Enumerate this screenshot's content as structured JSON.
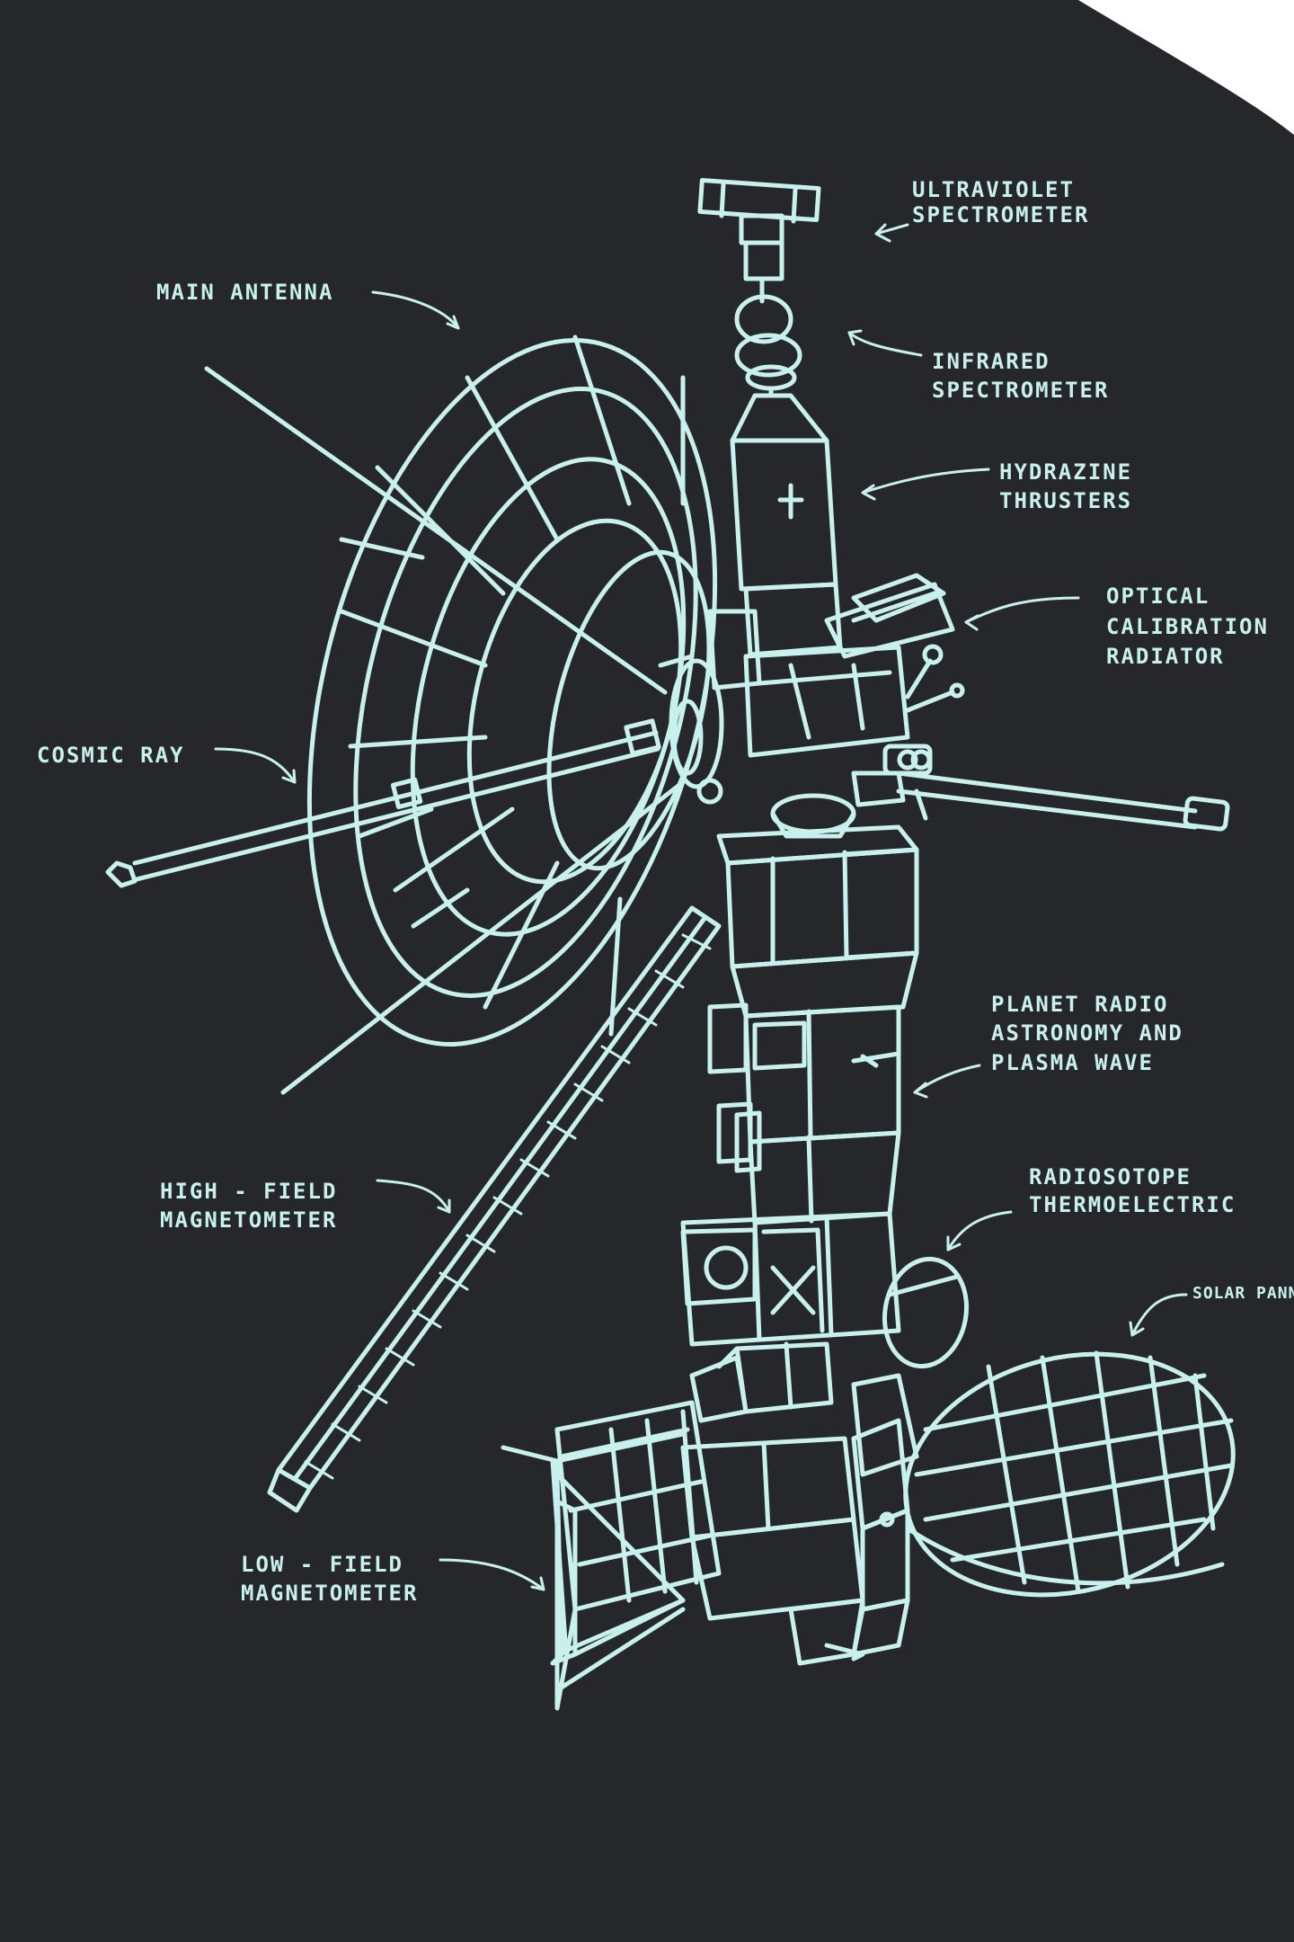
{
  "colors": {
    "fabric": "#26272a",
    "ink": "#c8f1ee",
    "background": "#ffffff"
  },
  "labels": {
    "ultraviolet": [
      "ULTRAVIOLET",
      "SPECTROMETER"
    ],
    "main_antenna": [
      "MAIN ANTENNA"
    ],
    "infrared": [
      "INFRARED",
      "SPECTROMETER"
    ],
    "hydrazine": [
      "HYDRAZINE",
      "THRUSTERS"
    ],
    "optical": [
      "OPTICAL",
      "CALIBRATION",
      "RADIATOR"
    ],
    "cosmic_ray": [
      "COSMIC RAY"
    ],
    "planet_radio": [
      "PLANET RADIO",
      "ASTRONOMY AND",
      "PLASMA WAVE"
    ],
    "high_field": [
      "HIGH - FIELD",
      "MAGNETOMETER"
    ],
    "radioisotope": [
      "RADIOSOTOPE",
      "THERMOELECTRIC"
    ],
    "solar_panel": [
      "SOLAR PANNEL"
    ],
    "low_field": [
      "LOW - FIELD",
      "MAGNETOMETER"
    ]
  }
}
